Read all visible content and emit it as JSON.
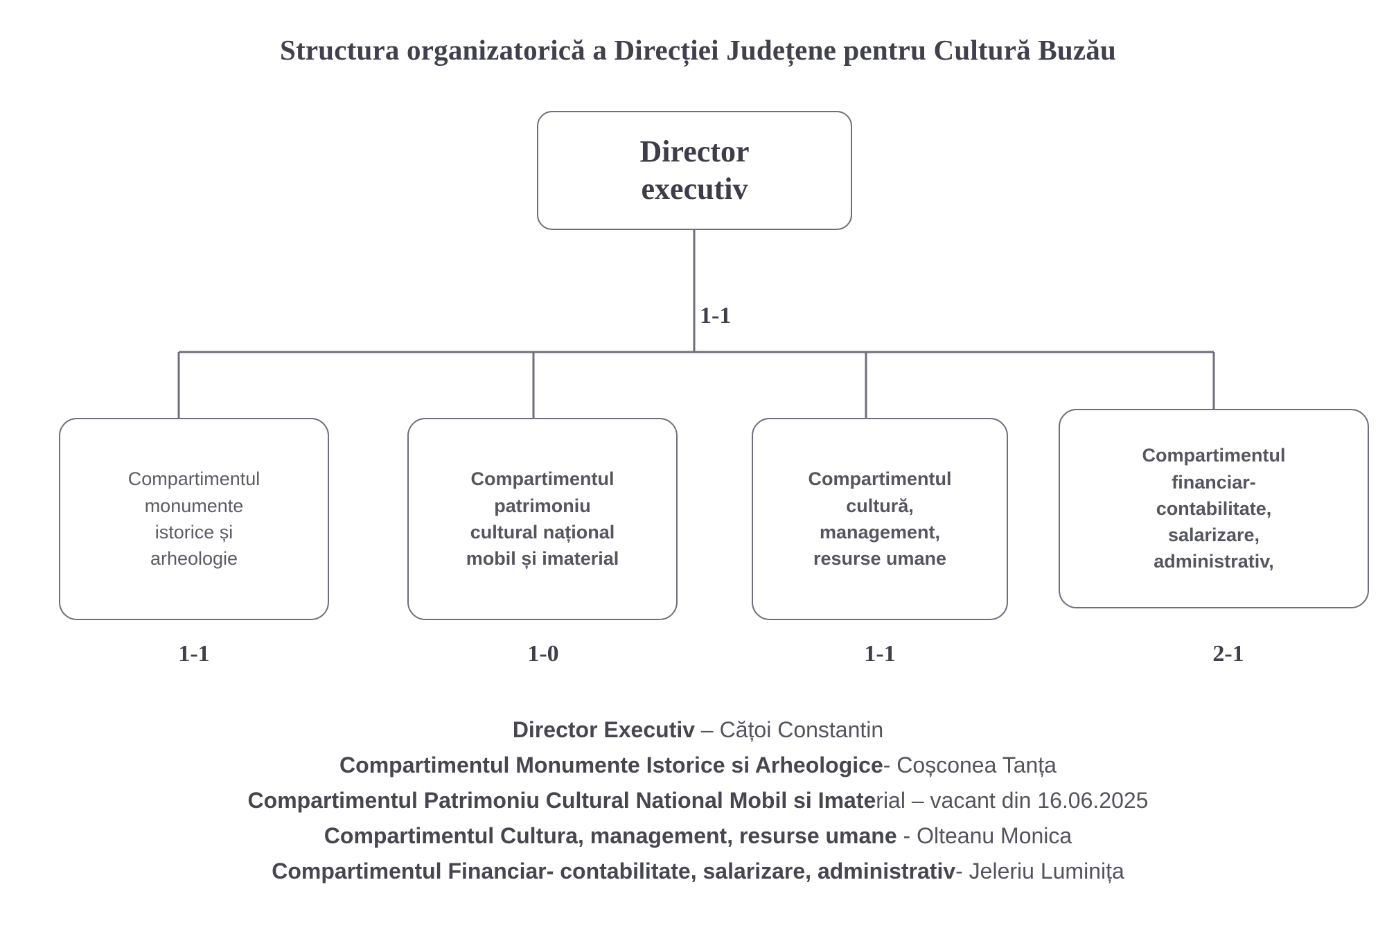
{
  "title": "Structura organizatorică a Direcției Județene pentru Cultură Buzău",
  "root": {
    "label": "Director\nexecutiv",
    "ratio": "1-1"
  },
  "children": [
    {
      "label": "Compartimentul\nmonumente\nistorice și\narheologie",
      "ratio": "1-1"
    },
    {
      "label": "Compartimentul\npatrimoniu\ncultural național\nmobil și imaterial",
      "ratio": "1-0"
    },
    {
      "label": "Compartimentul\ncultură,\nmanagement,\nresurse umane",
      "ratio": "1-1"
    },
    {
      "label": "Compartimentul\nfinanciar-\ncontabilitate,\nsalarizare,\nadministrativ,",
      "ratio": "2-1"
    }
  ],
  "legend": [
    {
      "bold": "Director Executiv",
      "rest": " – Cățoi Constantin"
    },
    {
      "bold": "Compartimentul Monumente Istorice si Arheologice",
      "rest": "- Coșconea Tanța"
    },
    {
      "bold": "Compartimentul Patrimoniu Cultural National Mobil si Imate",
      "rest": "rial – vacant din 16.06.2025"
    },
    {
      "bold": "Compartimentul  Cultura, management, resurse umane",
      "rest": " - Olteanu Monica"
    },
    {
      "bold": "Compartimentul Financiar- contabilitate, salarizare, administrativ",
      "rest": "- Jeleriu Luminița"
    }
  ],
  "colors": {
    "ink": "#4a4a55",
    "line": "#6e6e7d",
    "background": "#ffffff"
  }
}
